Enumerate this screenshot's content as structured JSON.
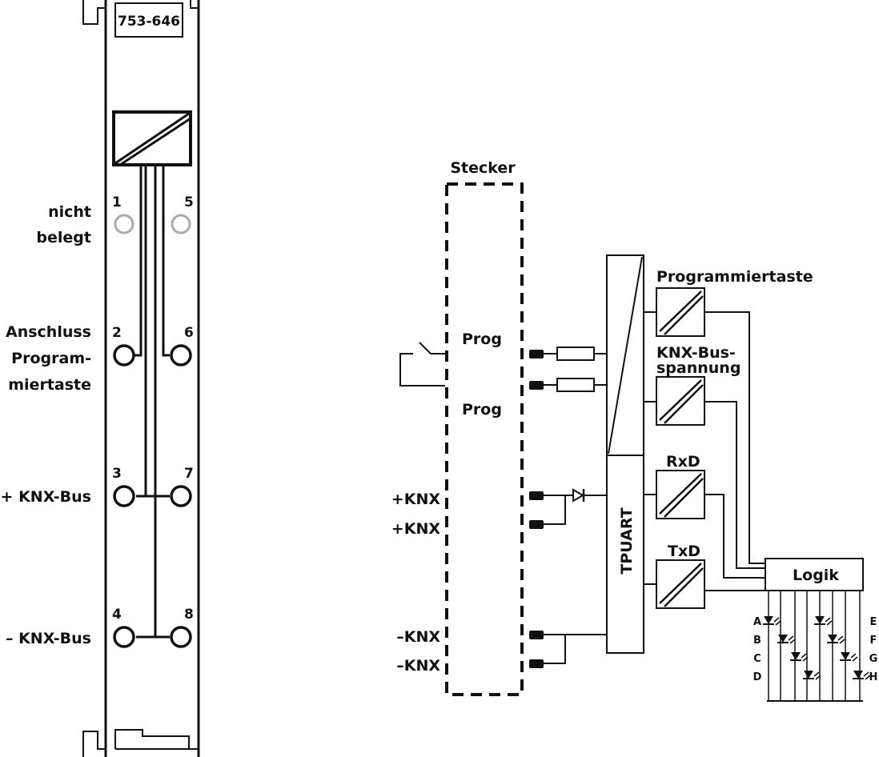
{
  "module": {
    "model_number": "753-646",
    "label_not_used_1": "nicht",
    "label_not_used_2": "belegt",
    "label_prog_1": "Anschluss",
    "label_prog_2": "Program-",
    "label_prog_3": "miertaste",
    "label_knx_plus": "+ KNX-Bus",
    "label_knx_minus": "– KNX-Bus",
    "terminals": [
      "1",
      "2",
      "3",
      "4",
      "5",
      "6",
      "7",
      "8"
    ]
  },
  "schematic": {
    "connector_title": "Stecker",
    "prog_1": "Prog",
    "prog_2": "Prog",
    "knx_plus_1": "+KNX",
    "knx_plus_2": "+KNX",
    "knx_minus_1": "–KNX",
    "knx_minus_2": "–KNX",
    "tpuart": "TPUART",
    "prog_button": "Programmiertaste",
    "bus_voltage_1": "KNX-Bus-",
    "bus_voltage_2": "spannung",
    "rxd": "RxD",
    "txd": "TxD",
    "logic": "Logik",
    "leds_left": [
      "A",
      "B",
      "C",
      "D"
    ],
    "leds_right": [
      "E",
      "F",
      "G",
      "H"
    ]
  }
}
